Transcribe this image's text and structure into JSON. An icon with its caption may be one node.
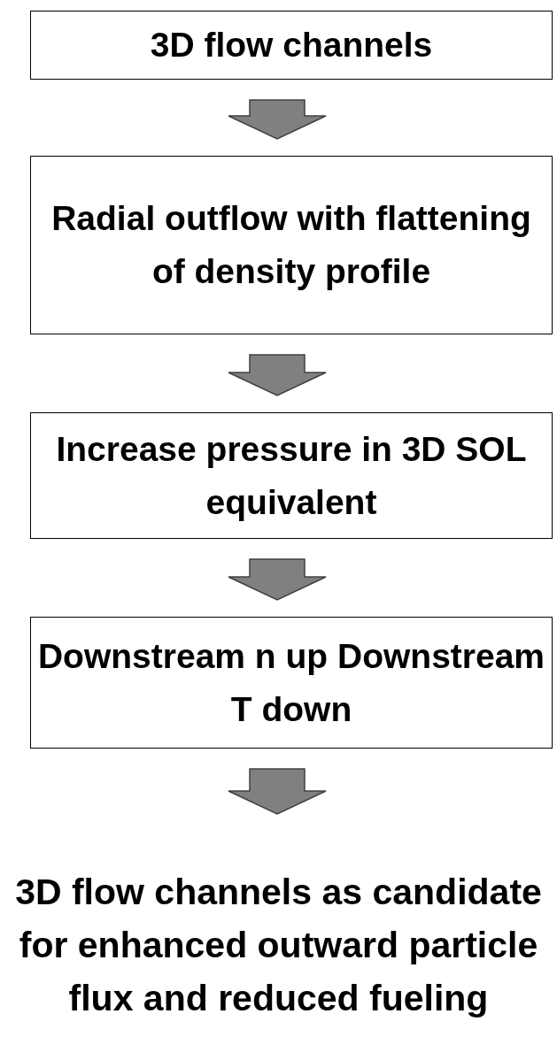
{
  "diagram": {
    "nodes": [
      {
        "text": [
          "3D flow channels"
        ]
      },
      {
        "text": [
          "Radial outflow with flattening of density profile"
        ]
      },
      {
        "text": [
          "Increase pressure in 3D SOL equivalent"
        ]
      },
      {
        "text": [
          "Downstream n up Downstream T down"
        ]
      },
      {
        "text": [
          "3D flow channels as candidate for enhanced outward particle flux and reduced fueling"
        ]
      }
    ],
    "edges": [
      {
        "from": 0,
        "to": 1,
        "arrow": "to"
      },
      {
        "from": 1,
        "to": 2,
        "arrow": "to"
      },
      {
        "from": 2,
        "to": 3,
        "arrow": "to"
      },
      {
        "from": 3,
        "to": 4,
        "arrow": "to"
      }
    ]
  }
}
